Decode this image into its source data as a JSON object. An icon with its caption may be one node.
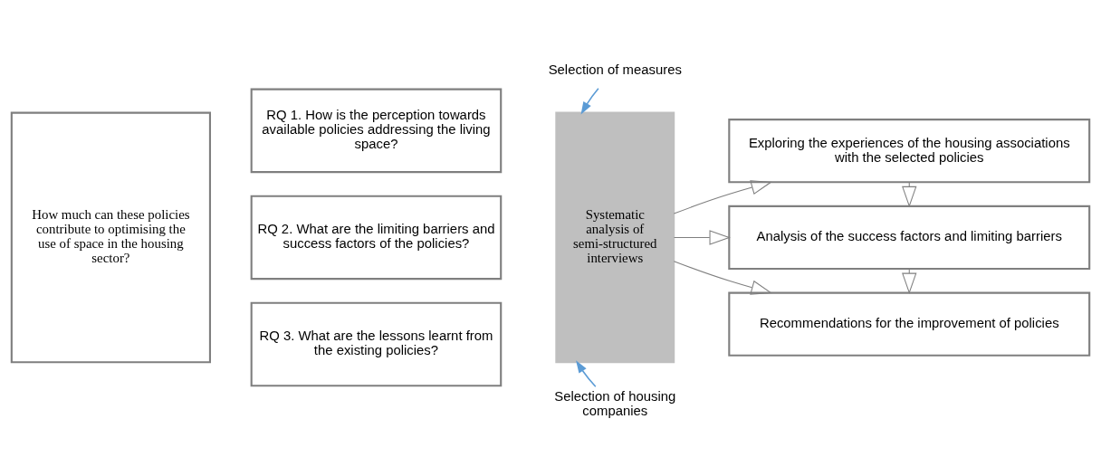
{
  "diagram": {
    "nodes": [
      {
        "text": [
          "How much can these policies contribute to optimising the use of space in the housing sector?"
        ]
      },
      {
        "text": [
          "RQ 1. How is the perception towards available policies addressing the living space?"
        ]
      },
      {
        "text": [
          "RQ 2. What are the limiting barriers and success factors of the policies?"
        ]
      },
      {
        "text": [
          "RQ 3. What are the lessons learnt from the existing policies?"
        ]
      },
      {
        "text": [
          "Systematic analysis of semi-structured interviews"
        ]
      },
      {
        "text": [
          "Exploring the experiences of the housing associations with the selected policies"
        ]
      },
      {
        "text": [
          "Analysis of the success factors and limiting barriers"
        ]
      },
      {
        "text": [
          "Recommendations for the improvement of policies"
        ]
      },
      {
        "text": [
          "Selection of measures"
        ]
      },
      {
        "text": [
          "Selection of housing companies"
        ]
      }
    ],
    "edges": [
      {
        "from": 8,
        "to": 4,
        "arrow": "to",
        "color": "#5b9bd5"
      },
      {
        "from": 9,
        "to": 4,
        "arrow": "to",
        "color": "#5b9bd5"
      },
      {
        "from": 4,
        "to": 5,
        "arrow": "to"
      },
      {
        "from": 4,
        "to": 6,
        "arrow": "to"
      },
      {
        "from": 4,
        "to": 7,
        "arrow": "to"
      },
      {
        "from": 5,
        "to": 6,
        "arrow": "to"
      },
      {
        "from": 6,
        "to": 7,
        "arrow": "to"
      }
    ]
  }
}
